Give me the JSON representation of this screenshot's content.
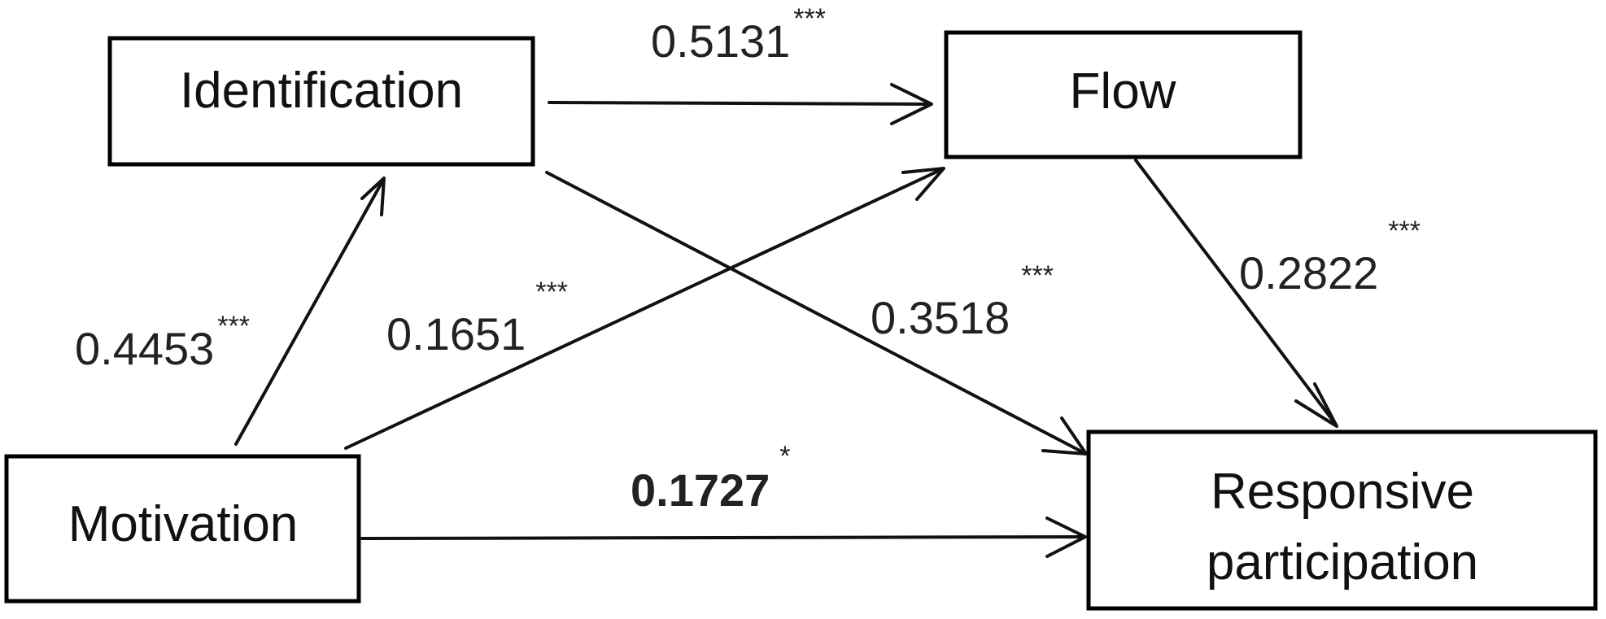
{
  "nodes": {
    "identification": {
      "label": "Identification"
    },
    "flow": {
      "label": "Flow"
    },
    "motivation": {
      "label": "Motivation"
    },
    "responsive": {
      "line1": "Responsive",
      "line2": "participation"
    }
  },
  "paths": {
    "identification_to_flow": {
      "coef": "0.5131",
      "sig": "***"
    },
    "identification_to_responsive": {
      "coef": "0.3518",
      "sig": "***"
    },
    "flow_to_responsive": {
      "coef": "0.2822",
      "sig": "***"
    },
    "motivation_to_identification": {
      "coef": "0.4453",
      "sig": "***"
    },
    "motivation_to_flow": {
      "coef": "0.1651",
      "sig": "***"
    },
    "motivation_to_responsive": {
      "coef": "0.1727",
      "sig": "*"
    }
  },
  "colors": {
    "stroke": "#000000",
    "text": "#111111",
    "background": "#ffffff"
  }
}
